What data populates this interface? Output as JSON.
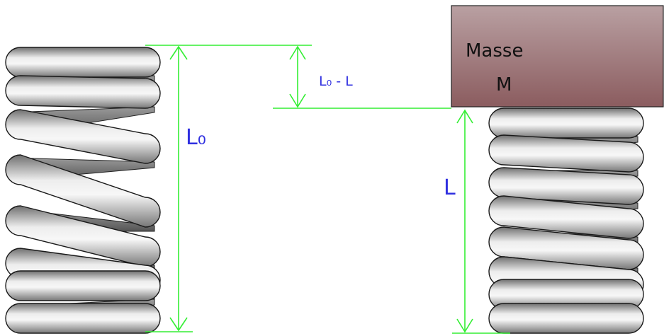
{
  "labels": {
    "free_length": "L₀",
    "compression": "L₀ - L",
    "loaded_length": "L",
    "mass_line1": "Masse",
    "mass_line2": "M"
  },
  "colors": {
    "dimension_line": "#33ee33",
    "label_text": "#2f2fe0",
    "mass_block_top": "#b79a9c",
    "mass_block_bottom": "#8e5f62",
    "coil_light": "#f4f4f4",
    "coil_dark": "#7c7c7c",
    "coil_outline": "#1a1a1a"
  }
}
